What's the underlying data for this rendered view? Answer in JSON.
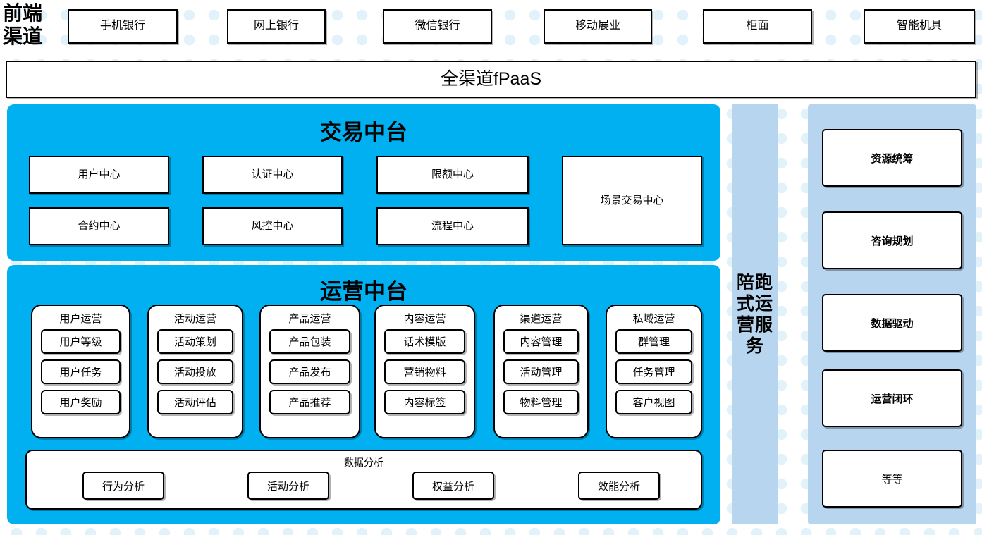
{
  "theme": {
    "cyan": "#00b0f0",
    "panel_blue": "#b7d5ee",
    "dot_blue": "#e2f2fb",
    "border": "#000000"
  },
  "channels": {
    "label": "前端\n渠道",
    "label_line1": "前端",
    "label_line2": "渠道",
    "items": [
      {
        "label": "手机银行"
      },
      {
        "label": "网上银行"
      },
      {
        "label": "微信银行"
      },
      {
        "label": "移动展业"
      },
      {
        "label": "柜面"
      },
      {
        "label": "智能机具"
      }
    ]
  },
  "fpaas": {
    "label": "全渠道fPaaS"
  },
  "trade_center": {
    "title": "交易中台",
    "cells": [
      {
        "label": "用户中心"
      },
      {
        "label": "认证中心"
      },
      {
        "label": "限额中心"
      },
      {
        "label": "合约中心"
      },
      {
        "label": "风控中心"
      },
      {
        "label": "流程中心"
      }
    ],
    "scene": {
      "label": "场景交易中心"
    }
  },
  "ops_center": {
    "title": "运营中台",
    "columns": [
      {
        "title": "用户运营",
        "items": [
          "用户等级",
          "用户任务",
          "用户奖励"
        ]
      },
      {
        "title": "活动运营",
        "items": [
          "活动策划",
          "活动投放",
          "活动评估"
        ]
      },
      {
        "title": "产品运营",
        "items": [
          "产品包装",
          "产品发布",
          "产品推荐"
        ]
      },
      {
        "title": "内容运营",
        "items": [
          "话术模版",
          "营销物料",
          "内容标签"
        ]
      },
      {
        "title": "渠道运营",
        "items": [
          "内容管理",
          "活动管理",
          "物料管理"
        ]
      },
      {
        "title": "私域运营",
        "items": [
          "群管理",
          "任务管理",
          "客户视图"
        ]
      }
    ],
    "data_analysis": {
      "title": "数据分析",
      "items": [
        "行为分析",
        "活动分析",
        "权益分析",
        "效能分析"
      ]
    }
  },
  "service_strip": {
    "label": "陪跑式运营服务"
  },
  "capability_panel": {
    "items": [
      {
        "label": "资源统筹",
        "bold": true
      },
      {
        "label": "咨询规划",
        "bold": true
      },
      {
        "label": "数据驱动",
        "bold": true
      },
      {
        "label": "运营闭环",
        "bold": true
      },
      {
        "label": "等等",
        "bold": false
      }
    ]
  }
}
